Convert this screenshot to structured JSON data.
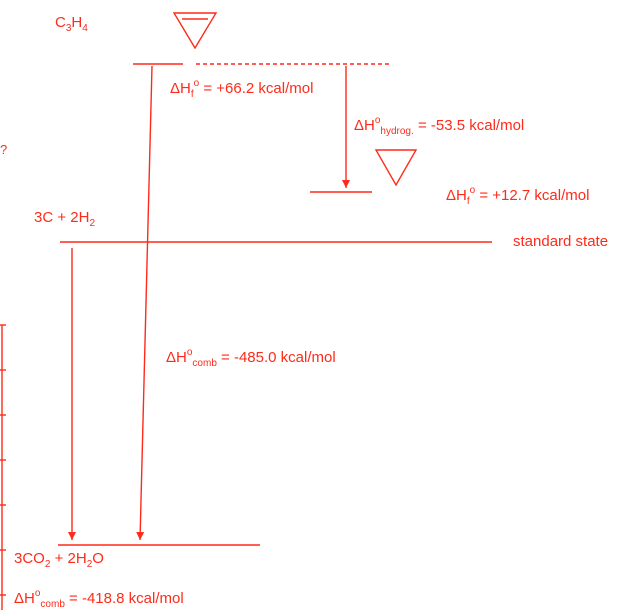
{
  "colors": {
    "accent": "#ff2a1a"
  },
  "icons": [
    "triangle-down-icon",
    "triangle-down-icon"
  ],
  "labels": {
    "c3h4": {
      "base": "C",
      "s1": "3",
      "mid": "H",
      "s2": "4"
    },
    "dhf_c3h4": {
      "pre": "ΔH",
      "sub": "f",
      "sup": "o",
      "post": " = +66.2 kcal/mol"
    },
    "dh_hydrog": {
      "pre": "ΔH",
      "sup": "o",
      "sub": "hydrog.",
      "post": " = -53.5 kcal/mol"
    },
    "dhf_product": {
      "pre": "ΔH",
      "sub": "f",
      "sup": "o",
      "post": " = +12.7 kcal/mol"
    },
    "elements": {
      "pre": "3C + 2H",
      "sub": "2"
    },
    "standard_state": "standard state",
    "dh_comb_c3h4": {
      "pre": "ΔH",
      "sup": "o",
      "sub": "comb",
      "post": " = -485.0 kcal/mol"
    },
    "products": {
      "pre": "3CO",
      "sub1": "2",
      "mid": " + 2H",
      "sub2": "2",
      "post": "O"
    },
    "dh_comb_elements": {
      "pre": "ΔH",
      "sup": "o",
      "sub": "comb",
      "post": " = -418.8 kcal/mol"
    },
    "left_edge_mark": "?"
  }
}
